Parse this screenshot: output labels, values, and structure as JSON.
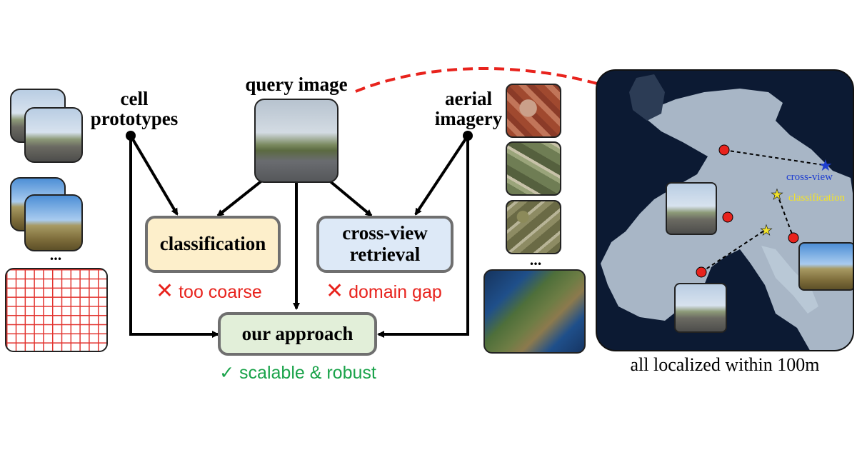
{
  "labels": {
    "cell_prototypes": "cell\nprototypes",
    "query_image": "query image",
    "aerial_imagery": "aerial\nimagery",
    "ellipsis_left": "...",
    "ellipsis_right": "..."
  },
  "boxes": {
    "classification": "classification",
    "cross_view": "cross-view\nretrieval",
    "our_approach": "our approach"
  },
  "notes": {
    "too_coarse": "too coarse",
    "domain_gap": "domain gap",
    "scalable": "✓ scalable & robust",
    "cross_mark": "✕"
  },
  "map": {
    "legend_cross_view": "cross-view",
    "legend_classification": "classification",
    "caption": "all localized within 100m"
  },
  "colors": {
    "classification_fill": "#fdefcb",
    "cross_view_fill": "#dde9f7",
    "approach_fill": "#e2efd9",
    "negative": "#e8231d",
    "positive": "#1aa34a",
    "map_land": "#b9c8d6",
    "map_sea": "#0c1a33"
  }
}
